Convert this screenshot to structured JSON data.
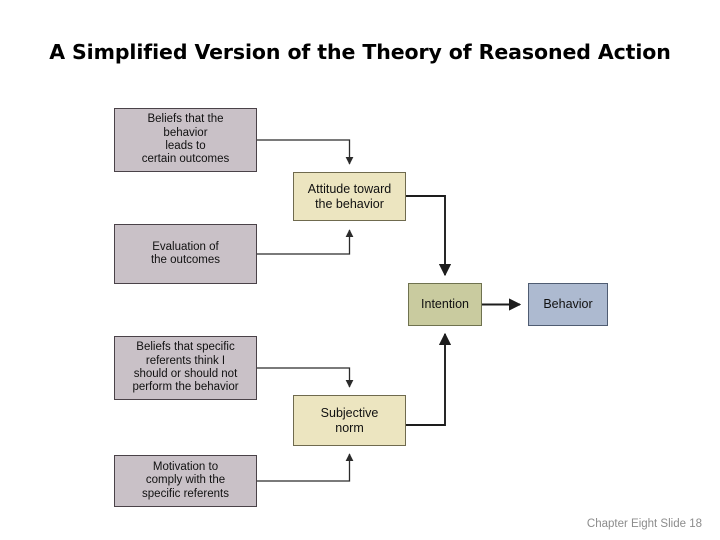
{
  "slide": {
    "title": "A Simplified Version of the Theory of Reasoned Action",
    "footer": "Chapter Eight Slide  18",
    "background": "#ffffff"
  },
  "palette": {
    "mauve": "#c9c1c7",
    "cream": "#ece5c0",
    "olive": "#c9cb9f",
    "steel": "#adbad0",
    "connector": "#2b2b2b",
    "title_text": "#000000",
    "footer_text": "#8c8c8c"
  },
  "diagram": {
    "type": "flowchart",
    "nodes": [
      {
        "id": "beliefs-outcomes",
        "label": "Beliefs that the\nbehavior\nleads to\ncertain outcomes",
        "color": "mauve"
      },
      {
        "id": "attitude",
        "label": "Attitude toward\nthe behavior",
        "color": "cream"
      },
      {
        "id": "evaluation",
        "label": "Evaluation of\nthe outcomes",
        "color": "mauve"
      },
      {
        "id": "intention",
        "label": "Intention",
        "color": "olive"
      },
      {
        "id": "behavior",
        "label": "Behavior",
        "color": "steel"
      },
      {
        "id": "beliefs-referents",
        "label": "Beliefs that specific\nreferents think I\nshould or should not\nperform the behavior",
        "color": "mauve"
      },
      {
        "id": "subjective-norm",
        "label": "Subjective\nnorm",
        "color": "cream"
      },
      {
        "id": "motivation",
        "label": "Motivation to\ncomply with the\nspecific referents",
        "color": "mauve"
      }
    ],
    "edges": [
      {
        "from": "beliefs-outcomes",
        "to": "attitude",
        "style": "elbow-down"
      },
      {
        "from": "evaluation",
        "to": "attitude",
        "style": "elbow-up"
      },
      {
        "from": "attitude",
        "to": "intention",
        "style": "elbow-down"
      },
      {
        "from": "beliefs-referents",
        "to": "subjective-norm",
        "style": "elbow-down"
      },
      {
        "from": "motivation",
        "to": "subjective-norm",
        "style": "elbow-up"
      },
      {
        "from": "subjective-norm",
        "to": "intention",
        "style": "elbow-up"
      },
      {
        "from": "intention",
        "to": "behavior",
        "style": "straight"
      }
    ]
  }
}
